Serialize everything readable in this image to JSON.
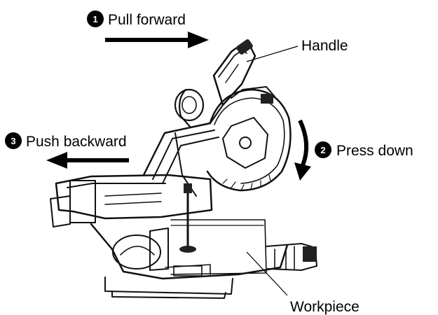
{
  "steps": [
    {
      "number": "1",
      "label": "Pull forward"
    },
    {
      "number": "2",
      "label": "Press down"
    },
    {
      "number": "3",
      "label": "Push backward"
    }
  ],
  "callouts": {
    "handle": "Handle",
    "workpiece": "Workpiece"
  },
  "icons": [
    "arrow-right-icon",
    "arrow-left-icon",
    "curved-arrow-down-icon",
    "miter-saw-illustration"
  ]
}
